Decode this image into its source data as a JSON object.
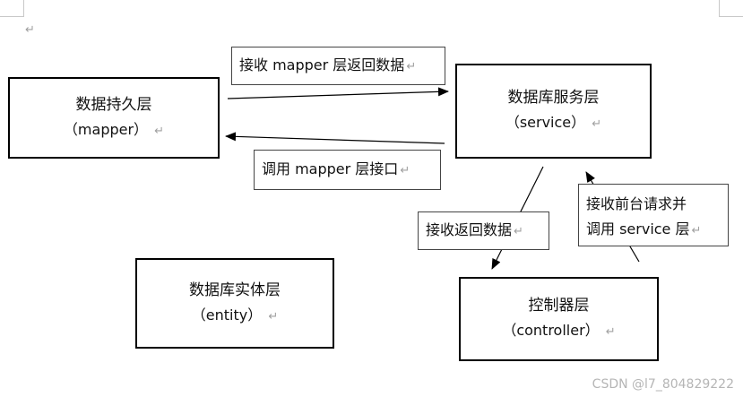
{
  "return_mark": "↵",
  "boxes": {
    "persistence": {
      "line1": "数据持久层",
      "line2": "（mapper）"
    },
    "service": {
      "line1": "数据库服务层",
      "line2": "（service）"
    },
    "entity": {
      "line1": "数据库实体层",
      "line2": "（entity）"
    },
    "controller": {
      "line1": "控制器层",
      "line2": "（controller）"
    }
  },
  "labels": {
    "receive_mapper_return": "接收 mapper 层返回数据",
    "call_mapper_interface": "调用 mapper 层接口",
    "receive_return": "接收返回数据",
    "receive_frontend_line1": "接收前台请求并",
    "receive_frontend_line2": "调用 service 层"
  },
  "watermark": "CSDN @l7_804829222"
}
